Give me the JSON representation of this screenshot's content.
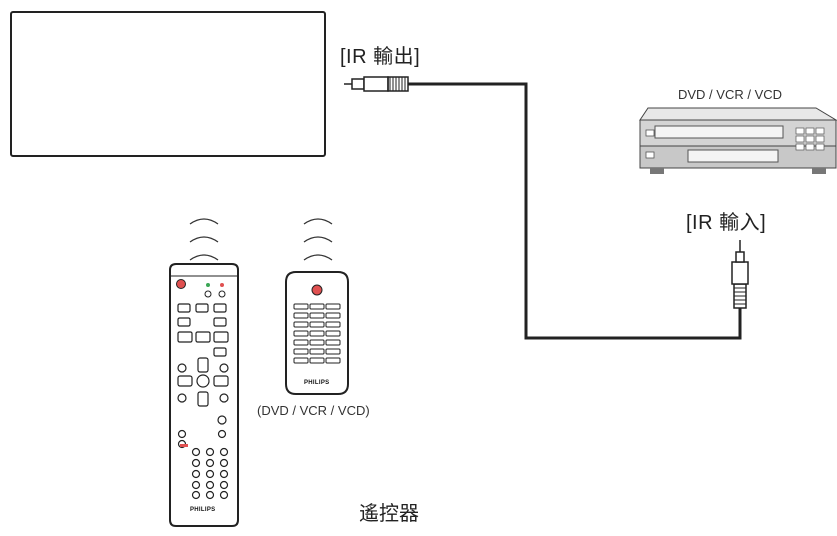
{
  "labels": {
    "ir_out": "[IR 輸出]",
    "device": "DVD / VCR / VCD",
    "ir_in": "[IR 輸入]",
    "remote_device": "(DVD / VCR / VCD)",
    "remote_control": "遙控器"
  },
  "brand": "PHILIPS",
  "colors": {
    "outline": "#222222",
    "cable": "#222222",
    "power_button": "#e05050",
    "led_green": "#3aa655",
    "led_red": "#e05050",
    "background": "#ffffff"
  },
  "icons": [
    "signal-waves-icon",
    "ir-plug-icon",
    "dvd-player-icon",
    "remote-control-icon"
  ]
}
